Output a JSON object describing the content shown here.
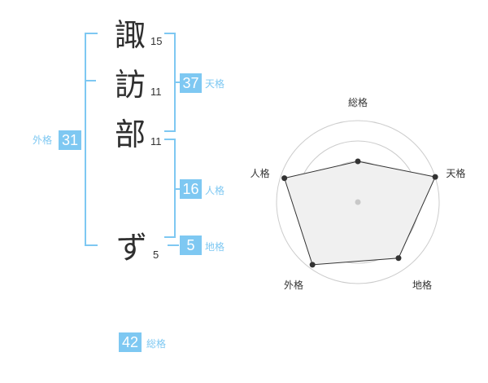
{
  "name": {
    "chars": [
      {
        "char": "諏",
        "strokes": "15"
      },
      {
        "char": "訪",
        "strokes": "11"
      },
      {
        "char": "部",
        "strokes": "11"
      },
      {
        "char": "ず",
        "strokes": "5"
      }
    ]
  },
  "fortune": {
    "tenkaku": {
      "value": "37",
      "label": "天格"
    },
    "jinkaku": {
      "value": "16",
      "label": "人格"
    },
    "chikaku": {
      "value": "5",
      "label": "地格"
    },
    "gaikaku": {
      "value": "31",
      "label": "外格"
    },
    "soukaku": {
      "value": "42",
      "label": "総格"
    }
  },
  "colors": {
    "accent": "#7ec8f2",
    "text": "#2f2f2f",
    "radar_fill": "#f0f0f0",
    "radar_grid": "#cccccc"
  },
  "chart_data": {
    "type": "radar",
    "axes": [
      "総格",
      "天格",
      "地格",
      "外格",
      "人格"
    ],
    "values": [
      0.5,
      1.0,
      0.85,
      0.95,
      0.95
    ],
    "grid_levels": 4,
    "grid": true
  }
}
